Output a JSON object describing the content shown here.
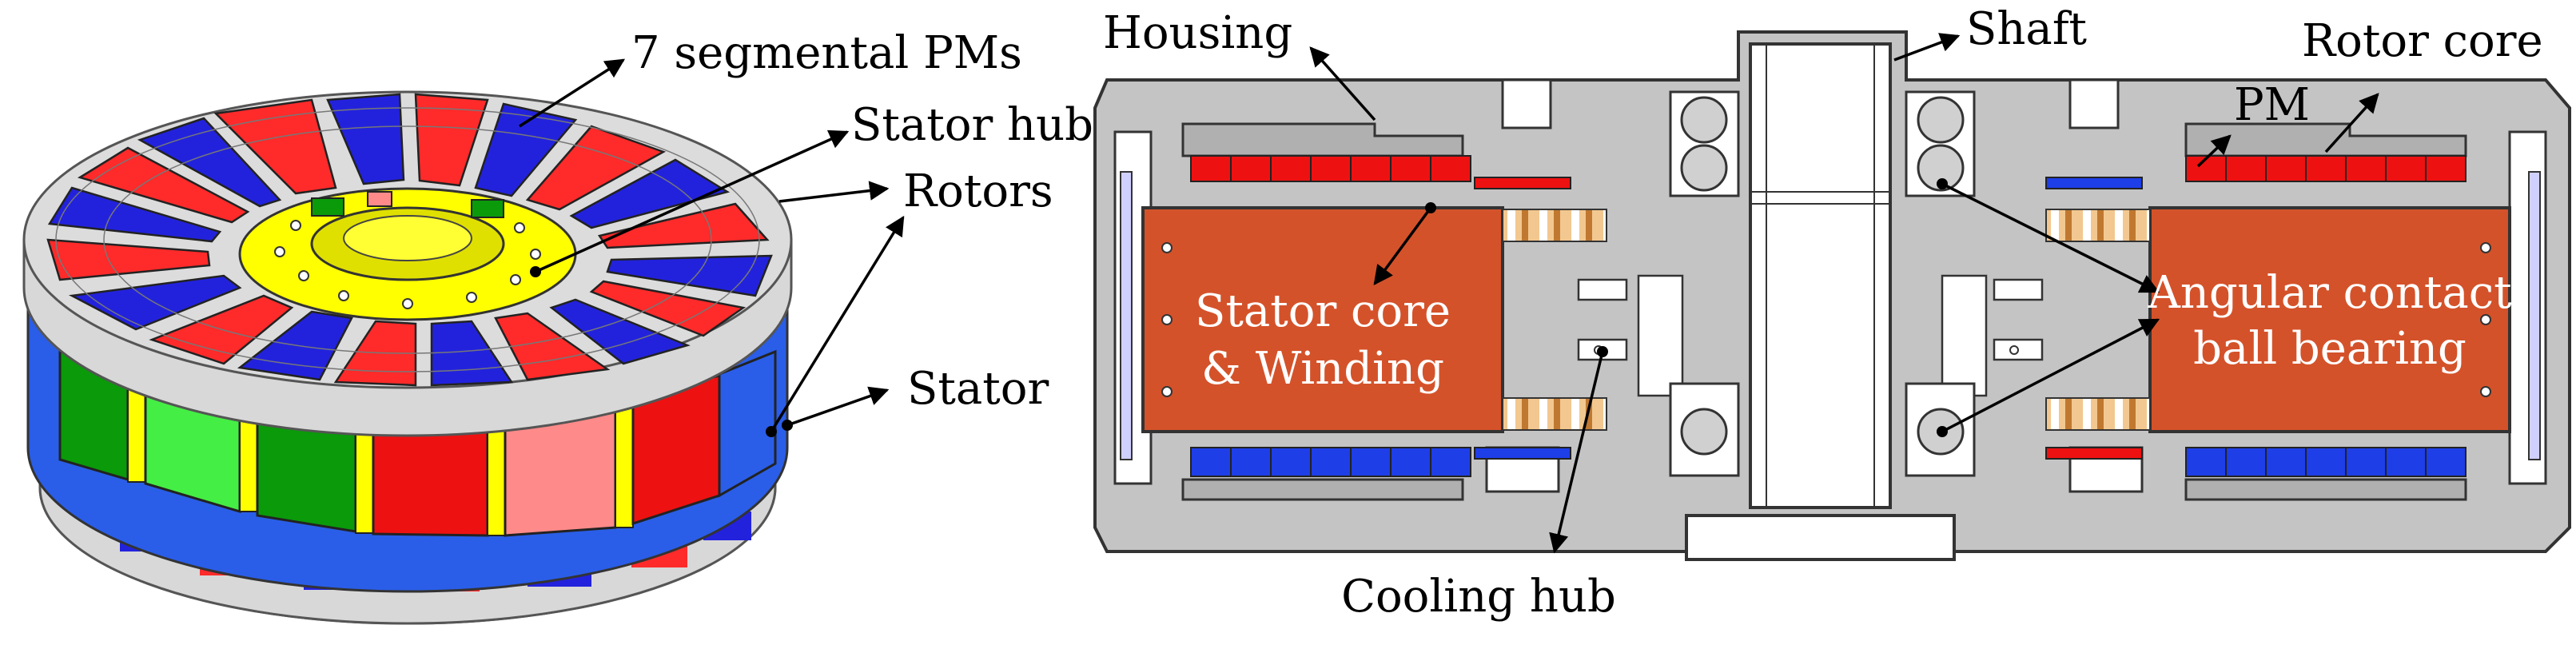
{
  "labels": {
    "pms": "7 segmental PMs",
    "stator_hub": "Stator hub",
    "rotors": "Rotors",
    "stator": "Stator",
    "housing": "Housing",
    "shaft": "Shaft",
    "rotor_core": "Rotor core",
    "pm": "PM",
    "stator_core_line1": "Stator core",
    "stator_core_line2": "& Winding",
    "bearing_line1": "Angular contact",
    "bearing_line2": "ball bearing",
    "cooling_hub": "Cooling hub"
  },
  "colors": {
    "pm_red": "#ff2a2a",
    "pm_blue": "#2222dd",
    "stator_hub_yellow": "#ffff00",
    "coil_green": "#0a9a0a",
    "coil_light_green": "#44ee44",
    "coil_red": "#ee1111",
    "coil_pink": "#ff8a8a",
    "rotor_blue": "#1e5ef0",
    "housing_gray": "#c4c4c4",
    "stator_core_orange": "#d4522a",
    "copper": "#e0b070"
  }
}
